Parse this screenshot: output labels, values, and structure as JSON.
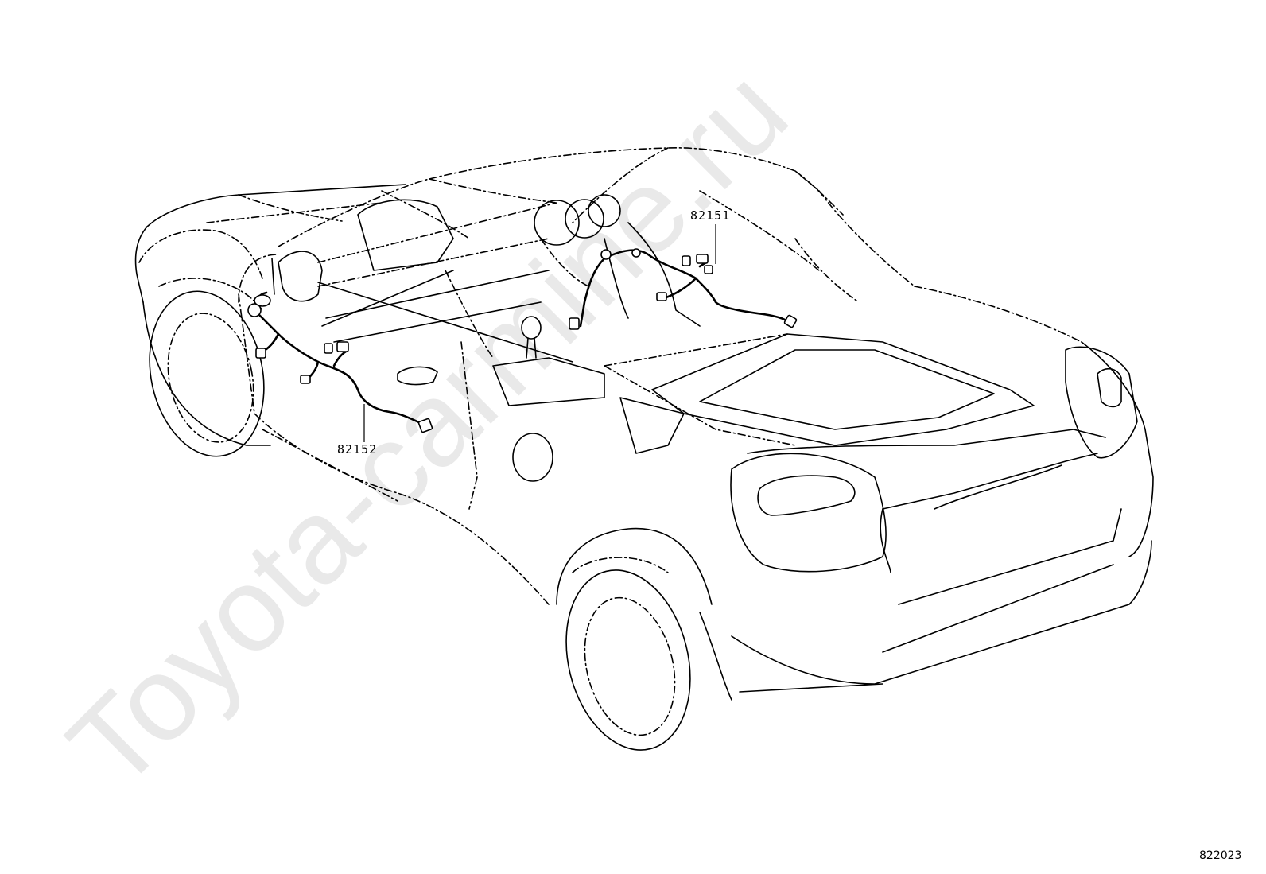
{
  "diagram": {
    "callouts": [
      {
        "id": "upper",
        "label": "82151"
      },
      {
        "id": "lower",
        "label": "82152"
      }
    ],
    "reference_number": "822023",
    "watermark": "Toyota-carmine.ru"
  },
  "colors": {
    "line": "#000000",
    "background": "#ffffff",
    "watermark": "#e9e9e9"
  }
}
